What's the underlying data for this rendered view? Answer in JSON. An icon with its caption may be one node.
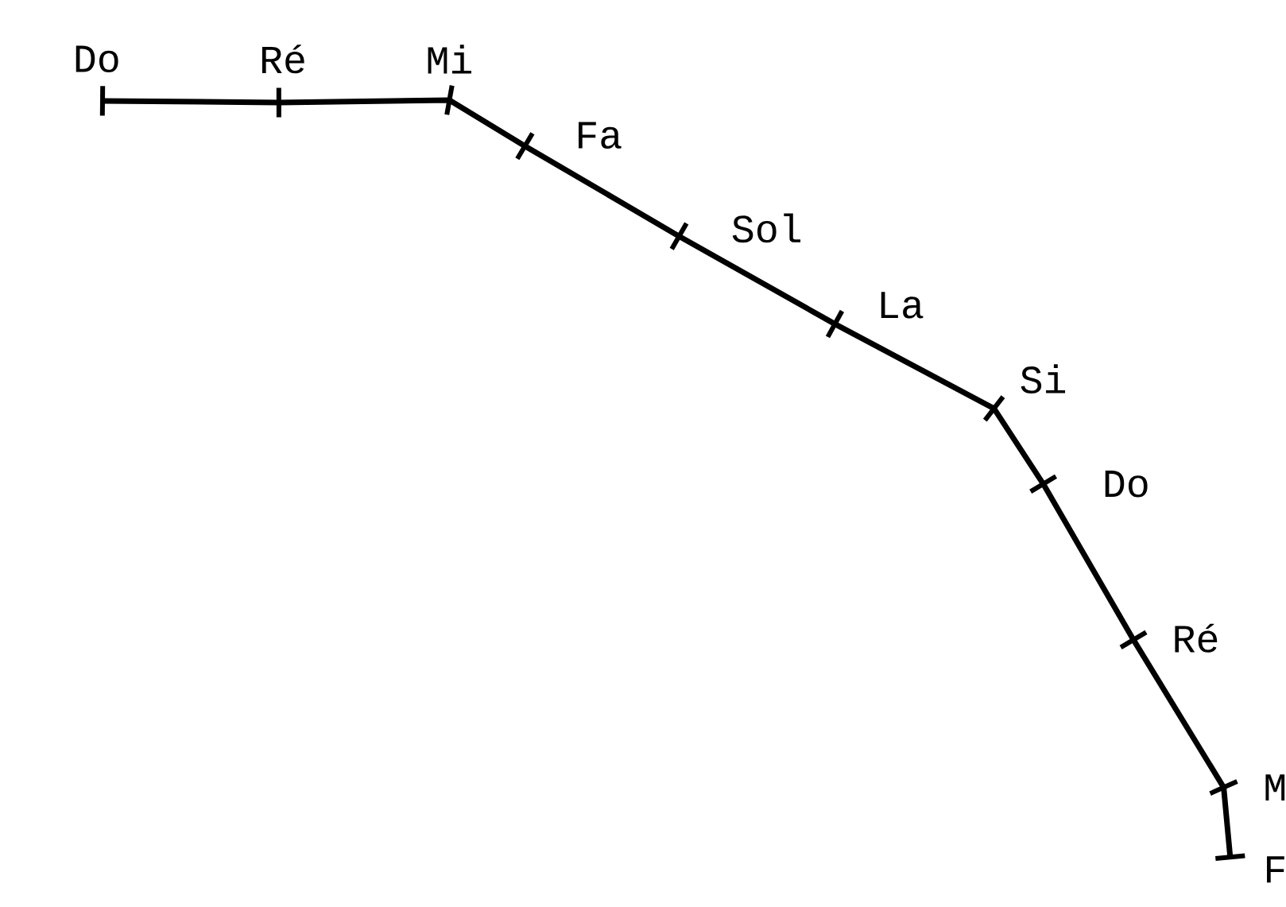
{
  "diagram": {
    "labels": [
      "Do",
      "Ré",
      "Mi",
      "Fa",
      "Sol",
      "La",
      "Si",
      "Do",
      "Ré",
      "M",
      "F"
    ]
  }
}
